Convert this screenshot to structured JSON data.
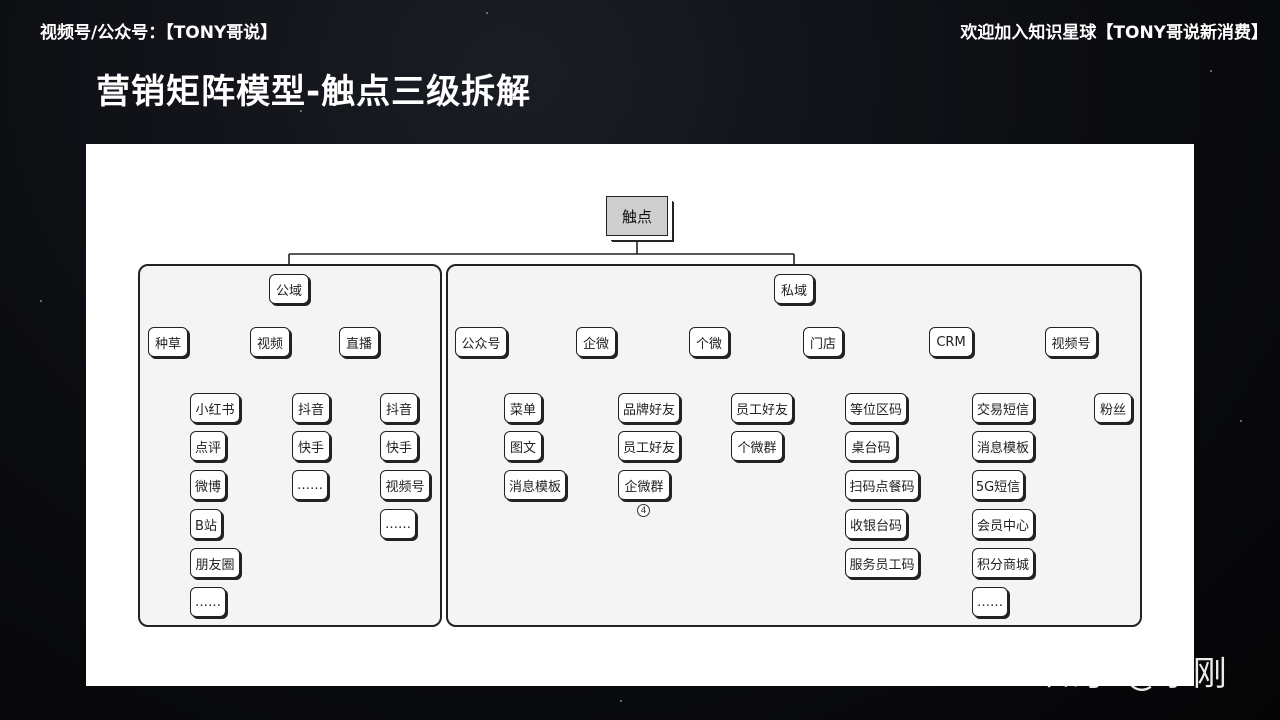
{
  "header": {
    "left": "视频号/公众号：【TONY哥说】",
    "right": "欢迎加入知识星球【TONY哥说新消费】"
  },
  "title": "营销矩阵模型-触点三级拆解",
  "watermark": "知乎 @李刚",
  "tree": {
    "root": "触点",
    "public": {
      "label": "公域",
      "groups": [
        {
          "label": "种草",
          "items": [
            "小红书",
            "点评",
            "微博",
            "B站",
            "朋友圈",
            "……"
          ]
        },
        {
          "label": "视频",
          "items": [
            "抖音",
            "快手",
            "……"
          ]
        },
        {
          "label": "直播",
          "items": [
            "抖音",
            "快手",
            "视频号",
            "……"
          ]
        }
      ]
    },
    "private": {
      "label": "私域",
      "groups": [
        {
          "label": "公众号",
          "items": [
            "菜单",
            "图文",
            "消息模板"
          ]
        },
        {
          "label": "企微",
          "items": [
            "品牌好友",
            "员工好友",
            "企微群"
          ]
        },
        {
          "label": "个微",
          "items": [
            "员工好友",
            "个微群"
          ]
        },
        {
          "label": "门店",
          "items": [
            "等位区码",
            "桌台码",
            "扫码点餐码",
            "收银台码",
            "服务员工码"
          ]
        },
        {
          "label": "CRM",
          "items": [
            "交易短信",
            "消息模板",
            "5G短信",
            "会员中心",
            "积分商城",
            "……"
          ]
        },
        {
          "label": "视频号",
          "items": [
            "粉丝"
          ]
        }
      ]
    },
    "badge": "4"
  }
}
